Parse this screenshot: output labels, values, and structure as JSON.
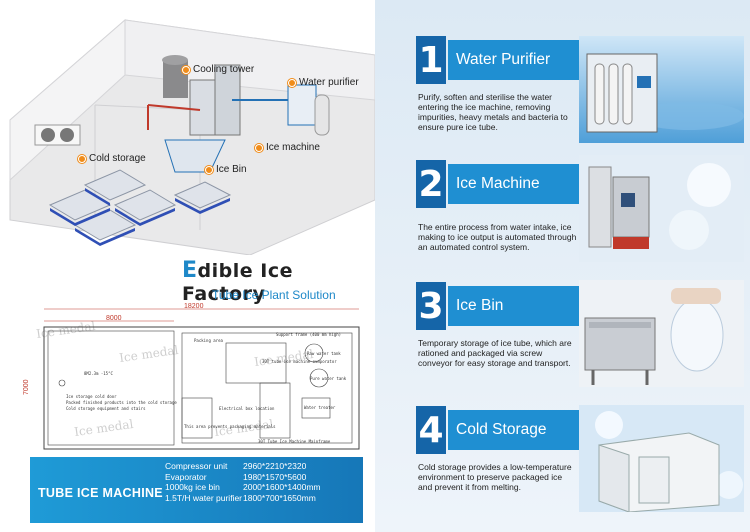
{
  "factory": {
    "callouts": {
      "cooling_tower": "Cooling tower",
      "water_purifier": "Water purifier",
      "cold_storage": "Cold storage",
      "ice_machine": "Ice machine",
      "ice_bin": "Ice Bin"
    },
    "title_first_letter": "E",
    "title_rest": "dible Ice Factory",
    "subtitle": "Tube Ice Plant Solution"
  },
  "plan": {
    "dim_total": "18200",
    "dim_left": "8000",
    "dim_height": "7000",
    "watermark": "Ice medal",
    "labels": {
      "packing_area": "Packing area",
      "support_frame": "Support frame (400 mm high)",
      "tube_ice_evaporator": "30T tube ice machine evaporator",
      "tube_ice_mainframe": "30T Tube Ice Machine Mainframe",
      "electrical_box": "Electrical box location",
      "packing_materials": "This area prevents packaging materials",
      "water_tank": "Raw water tank",
      "pure_water_tank": "Pure water tank",
      "water_treater": "Water treater",
      "cold_room": "8M2.3m -15°C",
      "cold_room_note": "Ice storage cold door",
      "cold_room_note2": "Packed finished products into the cold storage",
      "cold_room_note3": "Cold storage equipment and stairs"
    }
  },
  "spec": {
    "label": "TUBE ICE MACHINE",
    "rows": [
      {
        "k": "Compressor unit",
        "v": "2960*2210*2320"
      },
      {
        "k": "Evaporator",
        "v": "1980*1570*5600"
      },
      {
        "k": "1000kg ice bin",
        "v": "2000*1600*1400mm"
      },
      {
        "k": "1.5T/H water purifier",
        "v": "1800*700*1650mm"
      }
    ]
  },
  "steps": [
    {
      "num": "1",
      "title": "Water Purifier",
      "desc": "Purify, soften and sterilise the water entering the ice machine, removing impurities, heavy metals and bacteria to ensure pure ice tube."
    },
    {
      "num": "2",
      "title": "Ice Machine",
      "desc": "The entire process from water intake, ice making to ice output is automated through an automated control system."
    },
    {
      "num": "3",
      "title": "Ice Bin",
      "desc": "Temporary storage of ice tube, which are rationed and packaged via screw conveyor for easy storage and transport."
    },
    {
      "num": "4",
      "title": "Cold Storage",
      "desc": "Cold storage provides a low-temperature environment to preserve packaged ice and prevent it from melting."
    }
  ],
  "colors": {
    "accent": "#1f8fd2",
    "number_box": "#1565a8",
    "callout_dot": "#f08c1a"
  }
}
